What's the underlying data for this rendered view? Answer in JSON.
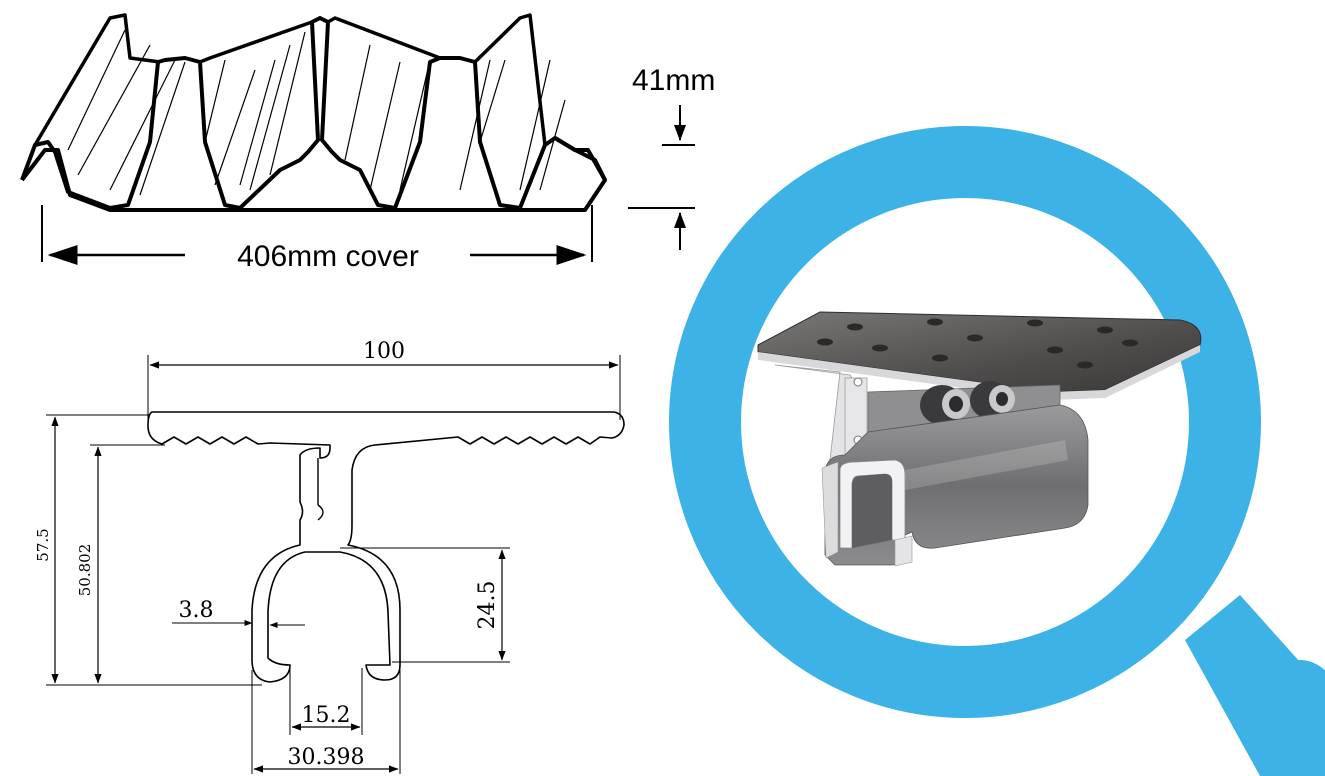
{
  "roof_profile": {
    "cover_label": "406mm cover",
    "height_label": "41mm"
  },
  "clamp_section": {
    "width": "100",
    "overall_height": "57.5",
    "inner_height": "50.802",
    "slot_height": "24.5",
    "wall_thickness": "3.8",
    "slot_opening": "15.2",
    "base_width": "30.398"
  },
  "magnifier": {
    "ring_color": "#3db2e6"
  }
}
